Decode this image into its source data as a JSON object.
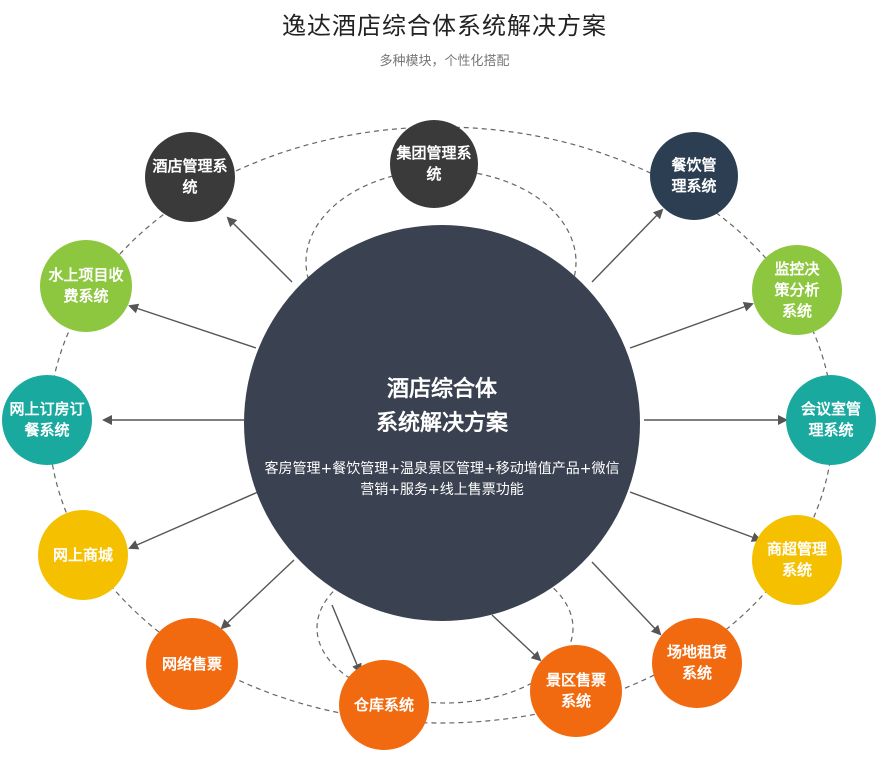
{
  "title": "逸达酒店综合体系统解决方案",
  "subtitle": "多种模块，个性化搭配",
  "center": {
    "title": "酒店综合体\n系统解决方案",
    "description": "客房管理+餐饮管理+温泉景区管理+移动增值产品+微信营销+服务+线上售票功能"
  },
  "nodes": [
    {
      "label": "集团管理系\n统",
      "color": "#3a3a3a"
    },
    {
      "label": "酒店管理系\n统",
      "color": "#3a3a3a"
    },
    {
      "label": "餐饮管\n理系统",
      "color": "#2c3e52"
    },
    {
      "label": "水上项目收\n费系统",
      "color": "#8dc63f"
    },
    {
      "label": "监控决\n策分析\n系统",
      "color": "#8dc63f"
    },
    {
      "label": "网上订房订\n餐系统",
      "color": "#1aa99f"
    },
    {
      "label": "会议室管\n理系统",
      "color": "#1aa99f"
    },
    {
      "label": "网上商城",
      "color": "#f5c000"
    },
    {
      "label": "商超管理\n系统",
      "color": "#f5c000"
    },
    {
      "label": "网络售票",
      "color": "#f26a0f"
    },
    {
      "label": "场地租赁\n系统",
      "color": "#f26a0f"
    },
    {
      "label": "仓库系统",
      "color": "#f26a0f"
    },
    {
      "label": "景区售票\n系统",
      "color": "#f26a0f"
    }
  ]
}
